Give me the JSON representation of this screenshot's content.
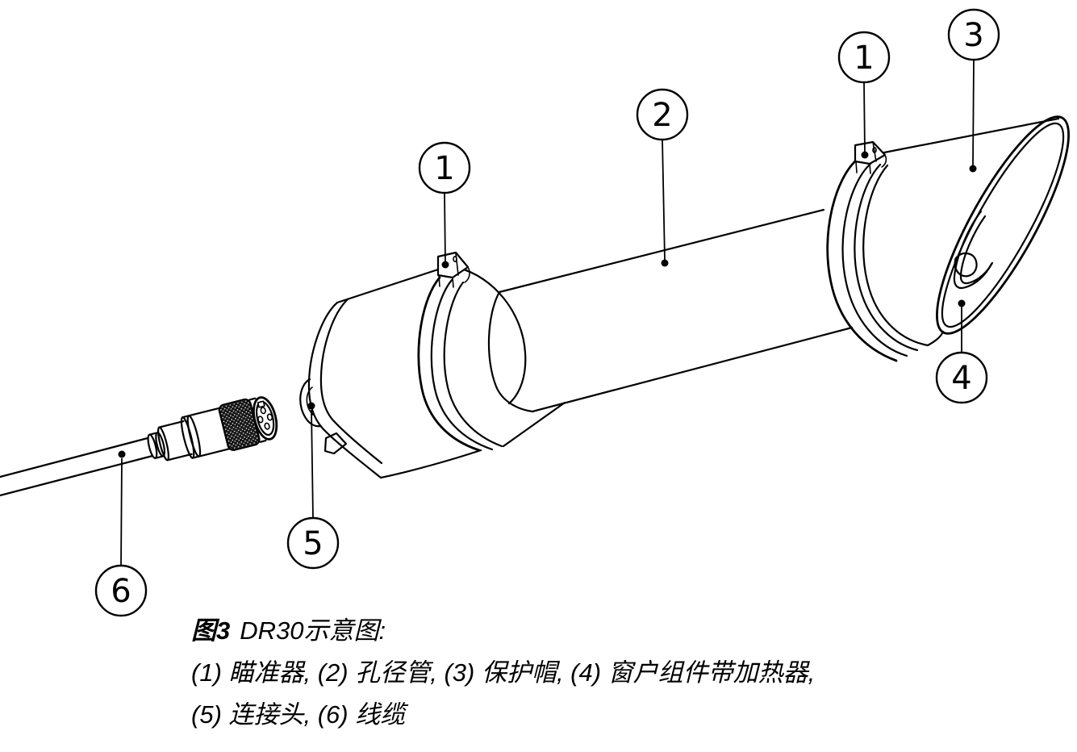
{
  "colors": {
    "background": "#ffffff",
    "line": "#000000"
  },
  "callouts": [
    {
      "label": "1",
      "part": "瞄准器"
    },
    {
      "label": "2",
      "part": "孔径管"
    },
    {
      "label": "1",
      "part": "瞄准器"
    },
    {
      "label": "3",
      "part": "保护帽"
    },
    {
      "label": "4",
      "part": "窗户组件带加热器"
    },
    {
      "label": "5",
      "part": "连接头"
    },
    {
      "label": "6",
      "part": "线缆"
    }
  ],
  "caption": {
    "figure_label": "图3",
    "figure_title": "DR30示意图:",
    "line2": "(1) 瞄准器, (2) 孔径管, (3) 保护帽, (4) 窗户组件带加热器,",
    "line3": "(5) 连接头, (6) 线缆"
  }
}
